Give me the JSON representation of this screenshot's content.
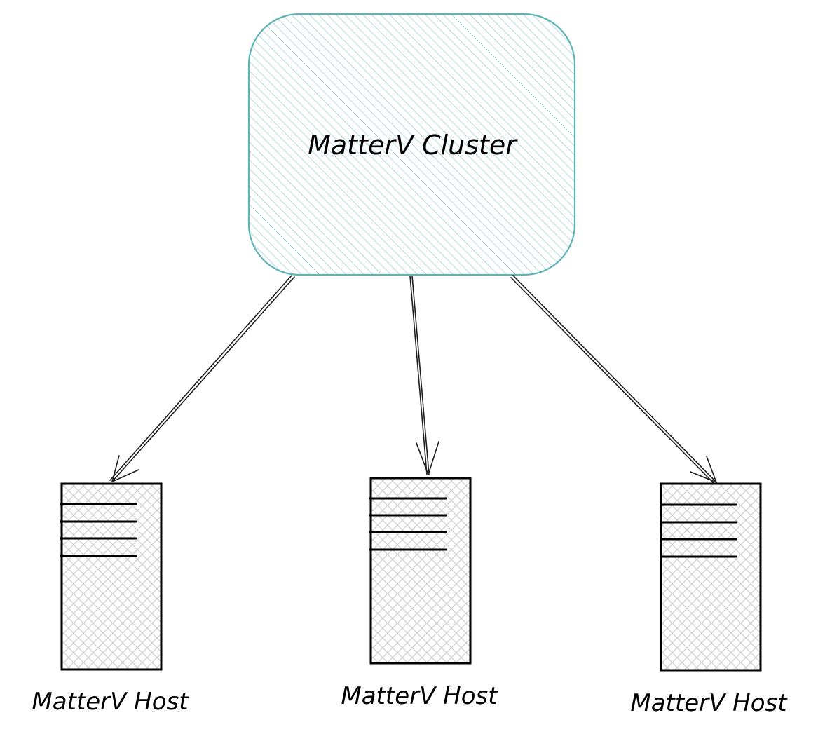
{
  "diagram": {
    "cluster": {
      "label": "MatterV Cluster"
    },
    "hosts": [
      {
        "label": "MatterV Host"
      },
      {
        "label": "MatterV Host"
      },
      {
        "label": "MatterV Host"
      }
    ]
  },
  "colors": {
    "cluster_stroke": "#5fb3b8",
    "cluster_hatch": "#7ec4c7",
    "host_stroke": "#000000",
    "host_hatch": "#cfcfcf",
    "arrow": "#1e1e1e"
  }
}
